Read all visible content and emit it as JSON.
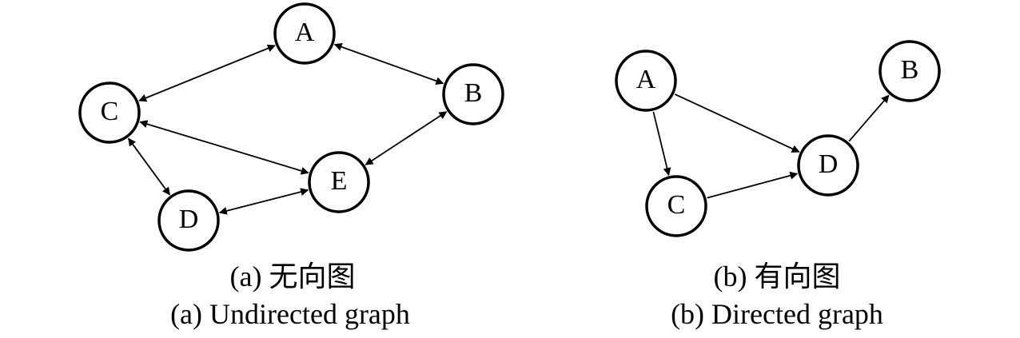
{
  "graphs": [
    {
      "caption_cn": "(a) 无向图",
      "caption_en": "(a) Undirected graph",
      "nodes": [
        "A",
        "B",
        "C",
        "D",
        "E"
      ],
      "edges": [
        {
          "from": "A",
          "to": "C",
          "directed": false
        },
        {
          "from": "A",
          "to": "B",
          "directed": false
        },
        {
          "from": "C",
          "to": "E",
          "directed": false
        },
        {
          "from": "B",
          "to": "E",
          "directed": false
        },
        {
          "from": "C",
          "to": "D",
          "directed": false
        },
        {
          "from": "D",
          "to": "E",
          "directed": false
        }
      ]
    },
    {
      "caption_cn": "(b) 有向图",
      "caption_en": "(b)  Directed graph",
      "nodes": [
        "A",
        "B",
        "C",
        "D"
      ],
      "edges": [
        {
          "from": "A",
          "to": "D",
          "directed": true
        },
        {
          "from": "A",
          "to": "C",
          "directed": true
        },
        {
          "from": "C",
          "to": "D",
          "directed": true
        },
        {
          "from": "D",
          "to": "B",
          "directed": true
        }
      ]
    }
  ]
}
